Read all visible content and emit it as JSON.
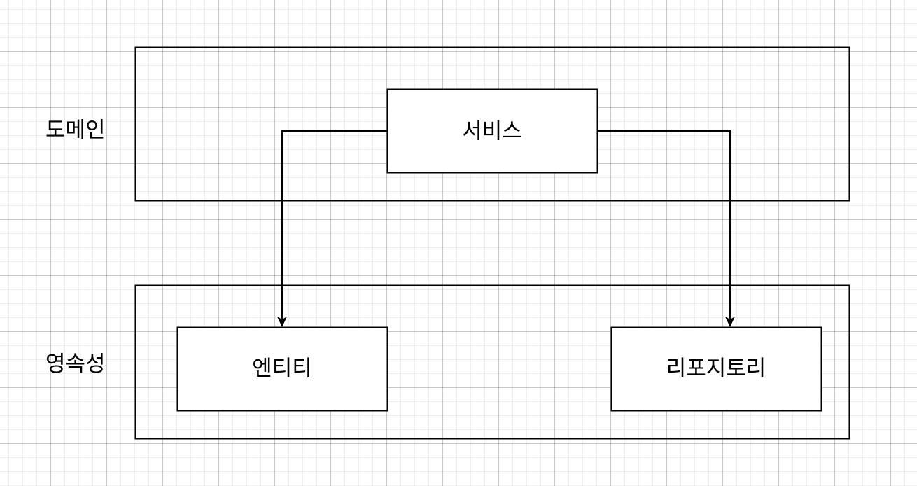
{
  "layers": {
    "domain": {
      "label": "도메인"
    },
    "persistence": {
      "label": "영속성"
    }
  },
  "nodes": {
    "service": {
      "label": "서비스"
    },
    "entity": {
      "label": "엔티티"
    },
    "repository": {
      "label": "리포지토리"
    }
  },
  "edges": [
    {
      "from": "서비스",
      "to": "엔티티"
    },
    {
      "from": "서비스",
      "to": "리포지토리"
    }
  ],
  "colors": {
    "stroke": "#000000",
    "fill": "#ffffff",
    "grid": "#e6e6e6"
  }
}
